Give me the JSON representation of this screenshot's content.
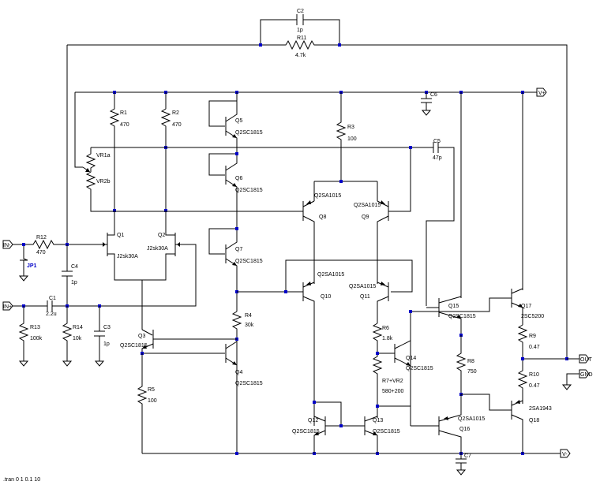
{
  "components": {
    "C2": {
      "ref": "C2",
      "value": "1p"
    },
    "R11": {
      "ref": "R11",
      "value": "4.7k"
    },
    "R1": {
      "ref": "R1",
      "value": "470"
    },
    "R2": {
      "ref": "R2",
      "value": "470"
    },
    "R3": {
      "ref": "R3",
      "value": "100"
    },
    "C5": {
      "ref": "C5",
      "value": "47p"
    },
    "C6": {
      "ref": "C6"
    },
    "C7": {
      "ref": "C7"
    },
    "VR1": {
      "ref": "VR1a"
    },
    "VR2": {
      "ref": "VR2b"
    },
    "R12": {
      "ref": "R12",
      "value": "470"
    },
    "C4": {
      "ref": "C4",
      "value": "1p"
    },
    "C1": {
      "ref": "C1",
      "value": "2.2u"
    },
    "C3": {
      "ref": "C3",
      "value": "1p"
    },
    "R13": {
      "ref": "R13",
      "value": "100k"
    },
    "R14": {
      "ref": "R14",
      "value": "10k"
    },
    "R4": {
      "ref": "R4",
      "value": "30k"
    },
    "R5": {
      "ref": "R5",
      "value": "100"
    },
    "R6": {
      "ref": "R6",
      "value": "1.8k"
    },
    "R7": {
      "ref": "R7+VR2",
      "value": "580+200"
    },
    "R8": {
      "ref": "R8",
      "value": "750"
    },
    "R9": {
      "ref": "R9",
      "value": "0.47"
    },
    "R10": {
      "ref": "R10",
      "value": "0.47"
    },
    "Q1": {
      "ref": "Q1",
      "part": "J2sk30A"
    },
    "Q2": {
      "ref": "Q2",
      "part": "J2sk30A"
    },
    "Q3": {
      "ref": "Q3",
      "part": "Q2SC1815"
    },
    "Q4": {
      "ref": "Q4",
      "part": "Q2SC1815"
    },
    "Q5": {
      "ref": "Q5",
      "part": "Q2SC1815"
    },
    "Q6": {
      "ref": "Q6",
      "part": "Q2SC1815"
    },
    "Q7": {
      "ref": "Q7",
      "part": "Q2SC1815"
    },
    "Q8": {
      "ref": "Q8",
      "part": "Q2SA1015"
    },
    "Q9": {
      "ref": "Q9",
      "part": "Q2SA1015"
    },
    "Q10": {
      "ref": "Q10",
      "part": "Q2SA1015"
    },
    "Q11": {
      "ref": "Q11",
      "part": "Q2SA1015"
    },
    "Q12": {
      "ref": "Q12",
      "part": "Q2SC1815"
    },
    "Q13": {
      "ref": "Q13",
      "part": "Q2SC1815"
    },
    "Q14": {
      "ref": "Q14",
      "part": "Q2SC1815"
    },
    "Q15": {
      "ref": "Q15",
      "part": "Q2SC1815"
    },
    "Q16": {
      "ref": "Q16",
      "part": "Q2SA1015"
    },
    "Q17": {
      "ref": "Q17",
      "part": "2SC5200"
    },
    "Q18": {
      "ref": "Q18",
      "part": "2SA1943"
    }
  },
  "ports": {
    "in_minus": "IN-",
    "in_plus": "IN+",
    "v_plus": "V+",
    "v_minus": "V-",
    "out": "OUT",
    "gnd": "GND",
    "jp1": "JP1"
  },
  "directive": ".tran 0 1 0.1 10"
}
